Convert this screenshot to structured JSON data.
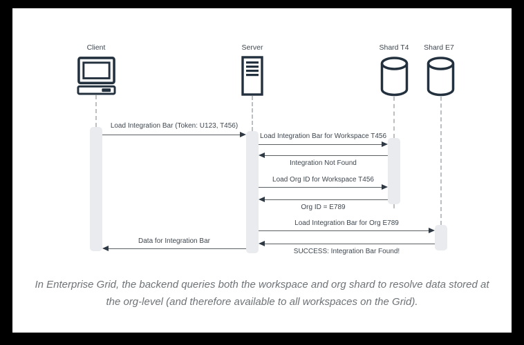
{
  "diagram": {
    "type": "sequence-diagram",
    "actors": [
      {
        "name": "Client",
        "icon": "computer-icon"
      },
      {
        "name": "Server",
        "icon": "server-icon"
      },
      {
        "name": "Shard T4",
        "icon": "database-icon"
      },
      {
        "name": "Shard E7",
        "icon": "database-icon"
      }
    ],
    "messages": [
      {
        "from": "Client",
        "to": "Server",
        "label": "Load Integration Bar (Token: U123, T456)"
      },
      {
        "from": "Server",
        "to": "Shard T4",
        "label": "Load Integration Bar for Workspace T456"
      },
      {
        "from": "Shard T4",
        "to": "Server",
        "label": "Integration Not Found"
      },
      {
        "from": "Server",
        "to": "Shard T4",
        "label": "Load Org ID for Workspace T456"
      },
      {
        "from": "Shard T4",
        "to": "Server",
        "label": "Org ID = E789"
      },
      {
        "from": "Server",
        "to": "Shard E7",
        "label": "Load Integration Bar for Org E789"
      },
      {
        "from": "Shard E7",
        "to": "Server",
        "label": "SUCCESS: Integration Bar Found!"
      },
      {
        "from": "Server",
        "to": "Client",
        "label": "Data for Integration Bar"
      }
    ],
    "caption": {
      "line1": "In Enterprise Grid, the backend queries both the workspace and org shard to resolve data stored at",
      "line2": "the org-level (and therefore available to all workspaces on the Grid)."
    },
    "colors": {
      "icon_stroke": "#23303e",
      "arrow_line": "#585e64",
      "arrow_head": "#2e3944",
      "activation_fill": "#e9ebef",
      "lifeline": "#bcbfc2",
      "label_text": "#3e464e",
      "caption_text": "#6e7377",
      "background": "#ffffff",
      "frame": "#000000"
    }
  }
}
